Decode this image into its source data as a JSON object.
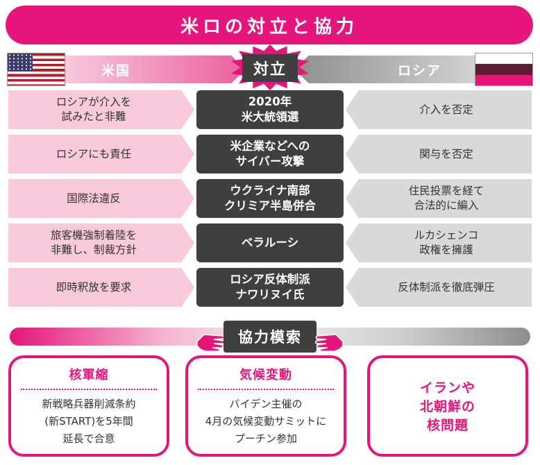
{
  "title": "米ロの対立と協力",
  "header": {
    "us_label": "米国",
    "confrontation_label": "対立",
    "russia_label": "ロシア"
  },
  "rows": [
    {
      "us": [
        "ロシアが介入を",
        "試みたと非難"
      ],
      "issue": [
        "2020年",
        "米大統領選"
      ],
      "russia": [
        "介入を否定"
      ]
    },
    {
      "us": [
        "ロシアにも責任"
      ],
      "issue": [
        "米企業などへの",
        "サイバー攻撃"
      ],
      "russia": [
        "関与を否定"
      ]
    },
    {
      "us": [
        "国際法違反"
      ],
      "issue": [
        "ウクライナ南部",
        "クリミア半島併合"
      ],
      "russia": [
        "住民投票を経て",
        "合法的に編入"
      ]
    },
    {
      "us": [
        "旅客機強制着陸を",
        "非難し、制裁方針"
      ],
      "issue": [
        "ベラルーシ"
      ],
      "russia": [
        "ルカシェンコ",
        "政権を擁護"
      ]
    },
    {
      "us": [
        "即時釈放を要求"
      ],
      "issue": [
        "ロシア反体制派",
        "ナワリヌイ氏"
      ],
      "russia": [
        "反体制派を徹底弾圧"
      ]
    }
  ],
  "cooperation": {
    "label": "協力模索",
    "cards": [
      {
        "title": "核軍縮",
        "lines": [
          "新戦略兵器削減条約",
          "(新START)を5年間",
          "延長で合意"
        ]
      },
      {
        "title": "気候変動",
        "lines": [
          "バイデン主催の",
          "4月の気候変動サミットに",
          "プーチン参加"
        ]
      },
      {
        "title": "",
        "lines": [
          "イランや",
          "北朝鮮の",
          "核問題"
        ]
      }
    ]
  },
  "colors": {
    "accent_pink": "#e6157b",
    "light_pink": "#f8cadc",
    "dark_gray": "#3f3f3f",
    "light_gray": "#d9d9d9"
  },
  "icons": {
    "us_flag": "us-flag-icon",
    "russia_flag": "russia-flag-icon",
    "hand_left": "hand-left-icon",
    "hand_right": "hand-right-icon"
  }
}
